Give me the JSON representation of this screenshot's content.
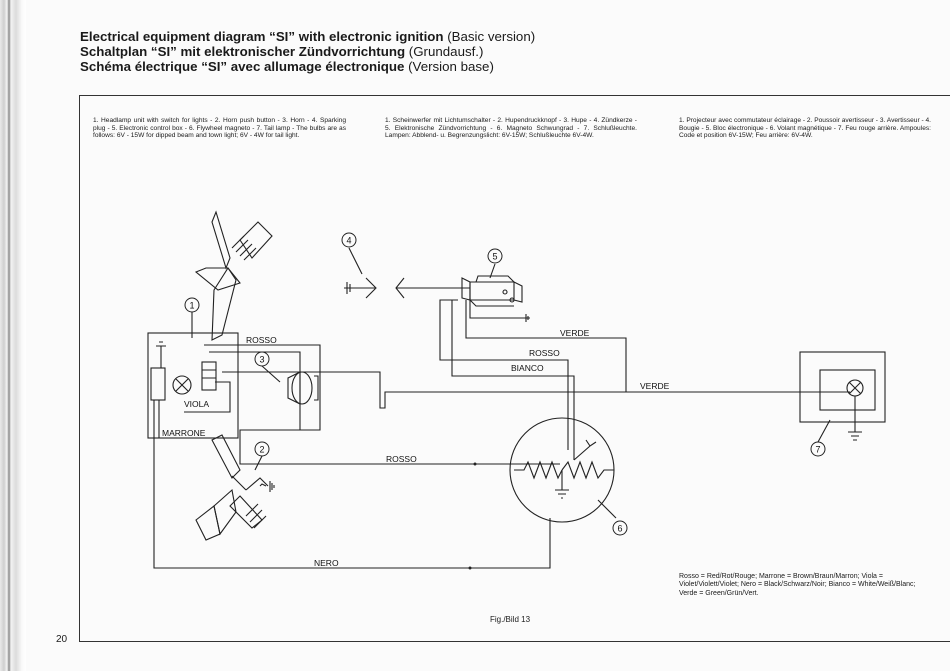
{
  "heading": {
    "en_bold": "Electrical equipment diagram “SI” with electronic ignition",
    "en_normal": " (Basic version)",
    "de_bold": "Schaltplan “SI” mit elektronischer Zündvorrichtung",
    "de_normal": " (Grundausf.)",
    "fr_bold": "Schéma électrique “SI” avec allumage électronique",
    "fr_normal": " (Version base)"
  },
  "legend": {
    "en": "1. Headlamp unit with switch for lights - 2. Horn push button - 3. Horn - 4. Sparking plug - 5. Electronic control box - 6. Flywheel magneto - 7. Tail lamp - The bulbs are as follows: 6V - 15W for dipped beam and town light; 6V - 4W for tail light.",
    "de": "1. Scheinwerfer mit Lichtumschalter - 2. Hupendruckknopf - 3. Hupe - 4. Zündkerze - 5. Elektronische Zündvorrichtung - 6. Magneto Schwungrad - 7. Schlußleuchte. Lampen: Abblend- u. Begrenzungslicht: 6V-15W; Schlußleuchte 6V-4W.",
    "fr": "1. Projecteur avec commutateur éclairage - 2. Poussoir avertisseur - 3. Avertisseur - 4. Bougie - 5. Bloc électronique - 6. Volant magnétique - 7. Feu rouge arrière. Ampoules: Code et position 6V-15W; Feu arrière: 6V-4W."
  },
  "wires": {
    "rosso_1": "ROSSO",
    "viola": "VIOLA",
    "marrone": "MARRONE",
    "rosso_2": "ROSSO",
    "nero": "NERO",
    "verde_1": "VERDE",
    "rosso_3": "ROSSO",
    "bianco": "BIANCO",
    "verde_2": "VERDE"
  },
  "callouts": [
    "1",
    "2",
    "3",
    "4",
    "5",
    "6",
    "7"
  ],
  "color_key": "Rosso = Red/Rot/Rouge; Marrone = Brown/Braun/Marron; Viola = Violet/Violett/Violet; Nero = Black/Schwarz/Noir; Bianco = White/Weiß/Blanc; Verde = Green/Grün/Vert.",
  "figure_label": "Fig./Bild 13",
  "page_number": "20"
}
